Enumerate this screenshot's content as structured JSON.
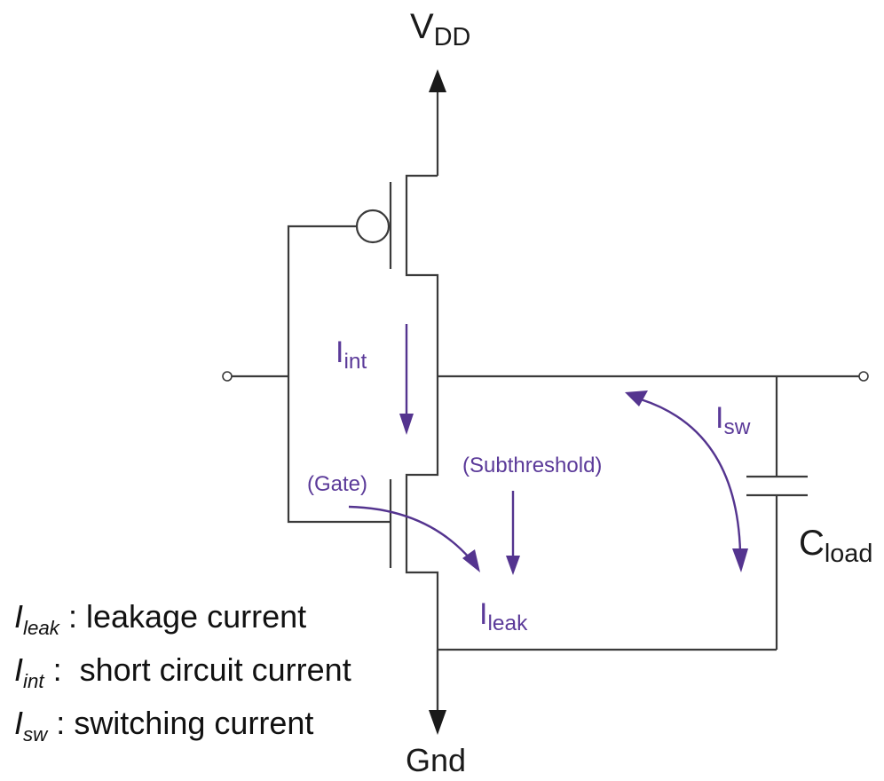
{
  "diagram": {
    "nodes": {
      "vdd": {
        "main": "V",
        "sub": "DD"
      },
      "gnd": {
        "main": "Gnd"
      },
      "cload": {
        "main": "C",
        "sub": "load"
      }
    },
    "currents": {
      "i_int": {
        "main": "I",
        "sub": "int"
      },
      "i_sw": {
        "main": "I",
        "sub": "sw"
      },
      "i_leak": {
        "main": "I",
        "sub": "leak"
      },
      "gate": "(Gate)",
      "subthreshold": "(Subthreshold)"
    },
    "colors": {
      "wire": "#3a3a3a",
      "current": "#54348f"
    }
  },
  "legend": [
    {
      "symbol": "I",
      "sub": "leak",
      "sep": " : ",
      "text": "leakage current"
    },
    {
      "symbol": "I",
      "sub": "int",
      "sep": " :  ",
      "text": "short circuit current"
    },
    {
      "symbol": "I",
      "sub": "sw",
      "sep": " : ",
      "text": "switching current"
    }
  ]
}
